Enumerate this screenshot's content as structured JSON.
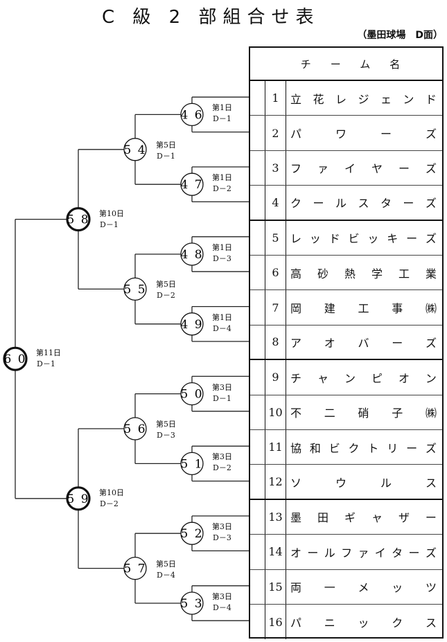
{
  "title": "C 級 2 部組合せ表",
  "venue": "（墨田球場　D面）",
  "table": {
    "header": "チーム名",
    "teams": [
      {
        "no": "1",
        "name": "立花レジェンド"
      },
      {
        "no": "2",
        "name": "パワーズ"
      },
      {
        "no": "3",
        "name": "ファイヤーズ"
      },
      {
        "no": "4",
        "name": "クールスターズ"
      },
      {
        "no": "5",
        "name": "レッドビッキーズ"
      },
      {
        "no": "6",
        "name": "高砂熱学工業"
      },
      {
        "no": "7",
        "name": "岡建工事㈱"
      },
      {
        "no": "8",
        "name": "アオバーズ"
      },
      {
        "no": "9",
        "name": "チャンピオン"
      },
      {
        "no": "10",
        "name": "不二硝子㈱"
      },
      {
        "no": "11",
        "name": "協和ビクトリーズ"
      },
      {
        "no": "12",
        "name": "ソウルス"
      },
      {
        "no": "13",
        "name": "墨田ギャザー"
      },
      {
        "no": "14",
        "name": "オールファイターズ"
      },
      {
        "no": "15",
        "name": "両一メッツ"
      },
      {
        "no": "16",
        "name": "パニックス"
      }
    ]
  },
  "bracket": {
    "round1": [
      {
        "match": "46",
        "day": "第1日",
        "court": "D－1"
      },
      {
        "match": "47",
        "day": "第1日",
        "court": "D－2"
      },
      {
        "match": "48",
        "day": "第1日",
        "court": "D－3"
      },
      {
        "match": "49",
        "day": "第1日",
        "court": "D－4"
      },
      {
        "match": "50",
        "day": "第3日",
        "court": "D－1"
      },
      {
        "match": "51",
        "day": "第3日",
        "court": "D－2"
      },
      {
        "match": "52",
        "day": "第3日",
        "court": "D－3"
      },
      {
        "match": "53",
        "day": "第3日",
        "court": "D－4"
      }
    ],
    "round2": [
      {
        "match": "54",
        "day": "第5日",
        "court": "D－1"
      },
      {
        "match": "55",
        "day": "第5日",
        "court": "D－2"
      },
      {
        "match": "56",
        "day": "第5日",
        "court": "D－3"
      },
      {
        "match": "57",
        "day": "第5日",
        "court": "D－4"
      }
    ],
    "semifinal": [
      {
        "match": "58",
        "day": "第10日",
        "court": "D－1"
      },
      {
        "match": "59",
        "day": "第10日",
        "court": "D－2"
      }
    ],
    "final": {
      "match": "60",
      "day": "第11日",
      "court": "D－1"
    }
  }
}
